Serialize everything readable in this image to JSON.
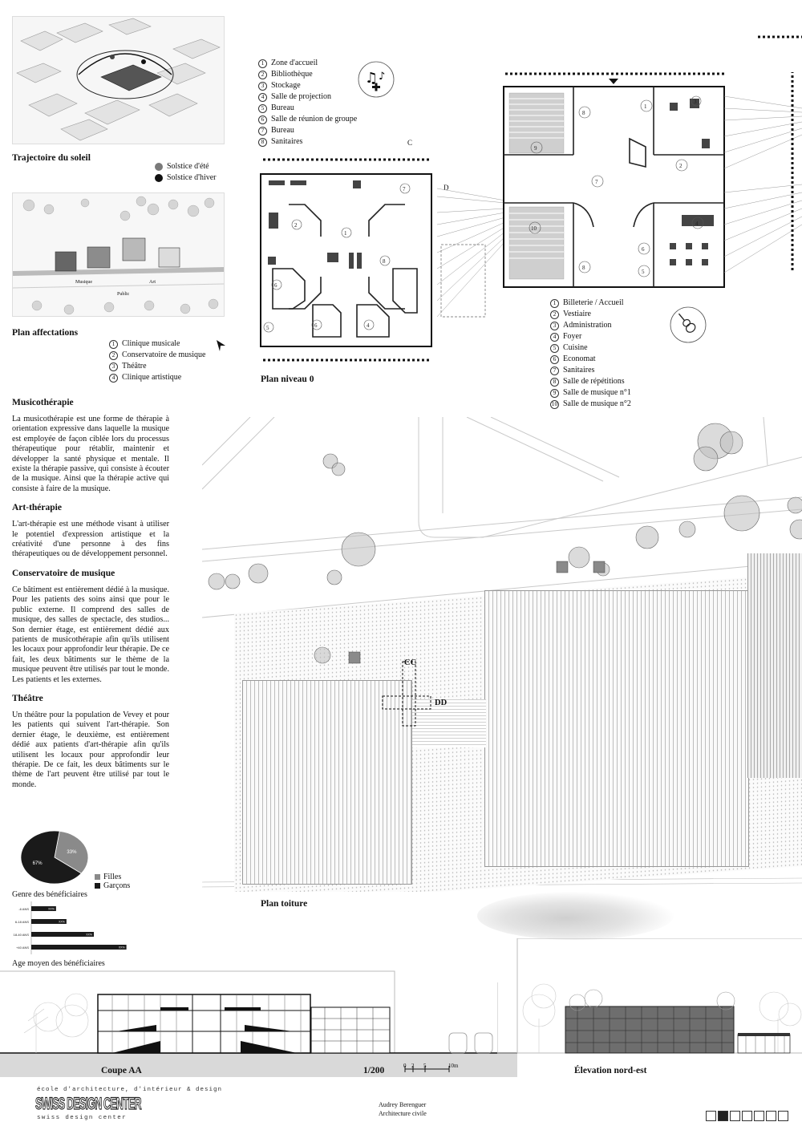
{
  "site": {
    "sun_title": "Trajectoire du soleil",
    "sun_legend": [
      {
        "label": "Solstice d'été",
        "color": "#7a7a7a"
      },
      {
        "label": "Solstice d'hiver",
        "color": "#111111"
      }
    ],
    "affect_title": "Plan affectations",
    "affect_map_labels": {
      "musique": "Musique",
      "art": "Art",
      "public": "Public"
    },
    "affect_list": [
      {
        "n": "1",
        "label": "Clinique musicale"
      },
      {
        "n": "2",
        "label": "Conservatoire de musique"
      },
      {
        "n": "3",
        "label": "Théâtre"
      },
      {
        "n": "4",
        "label": "Clinique artistique"
      }
    ]
  },
  "plan0": {
    "title": "Plan niveau 0",
    "legend_left": [
      {
        "n": "1",
        "label": "Zone d'accueil"
      },
      {
        "n": "2",
        "label": "Bibliothèque"
      },
      {
        "n": "3",
        "label": "Stockage"
      },
      {
        "n": "4",
        "label": "Salle de projection"
      },
      {
        "n": "5",
        "label": "Bureau"
      },
      {
        "n": "6",
        "label": "Salle de réunion de groupe"
      },
      {
        "n": "7",
        "label": "Bureau"
      },
      {
        "n": "8",
        "label": "Sanitaires"
      }
    ],
    "legend_right": [
      {
        "n": "1",
        "label": "Billeterie / Accueil"
      },
      {
        "n": "2",
        "label": "Vestiaire"
      },
      {
        "n": "3",
        "label": "Administration"
      },
      {
        "n": "4",
        "label": "Foyer"
      },
      {
        "n": "5",
        "label": "Cuisine"
      },
      {
        "n": "6",
        "label": "Economat"
      },
      {
        "n": "7",
        "label": "Sanitaires"
      },
      {
        "n": "8",
        "label": "Salle de répétitions"
      },
      {
        "n": "9",
        "label": "Salle de musique n°1"
      },
      {
        "n": "10",
        "label": "Salle de musique n°2"
      }
    ],
    "section_marks": {
      "c": "C",
      "d": "D"
    }
  },
  "text": {
    "music_therapy_title": "Musicothérapie",
    "music_therapy_body": "La musicothérapie est une forme de thérapie à orientation expressive dans laquelle la musique est employée de façon ciblée lors du processus thérapeutique pour rétablir, maintenir et développer la santé physique et mentale. Il existe la thérapie passive, qui consiste à écouter de la musique. Ainsi que la thérapie active qui consiste à faire de la musique.",
    "art_therapy_title": "Art-thérapie",
    "art_therapy_body": "L'art-thérapie est une méthode visant à utiliser le potentiel d'expression artistique et la créativité d'une personne à des fins thérapeutiques ou de développement personnel.",
    "conservatoire_title": "Conservatoire de musique",
    "conservatoire_body": "Ce bâtiment est entièrement dédié à la musique. Pour les patients des soins ainsi que pour le public externe. Il comprend des salles de musique, des salles de spectacle, des studios... Son dernier étage, est entièrement dédié aux patients de musicothérapie afin qu'ils utilisent les locaux pour approfondir leur thérapie. De ce fait, les deux bâtiments sur le thème de la musique peuvent être utilisés par tout le monde. Les patients et les externes.",
    "theatre_title": "Théâtre",
    "theatre_body": "Un théâtre pour la population de Vevey et pour les patients qui suivent l'art-thérapie. Son dernier étage, le deuxième, est entièrement dédié aux patients d'art-thérapie afin qu'ils utilisent les locaux pour approfondir leur thérapie. De ce fait, les deux bâtiments sur le thème de l'art peuvent être utilisé par tout le monde."
  },
  "roof": {
    "title": "Plan toiture",
    "cc": "CC",
    "dd": "DD"
  },
  "chart_data": [
    {
      "type": "pie",
      "title": "Genre des bénéficiaires",
      "categories": [
        "Filles",
        "Garçons"
      ],
      "values": [
        33,
        67
      ],
      "labels": [
        "33%",
        "67%"
      ],
      "colors": [
        "#8a8a8a",
        "#1a1a1a"
      ],
      "legend": "right"
    },
    {
      "type": "bar",
      "orientation": "horizontal",
      "title": "Age moyen des bénéficiaires",
      "categories": [
        "-6 ANS",
        "6-18 ANS",
        "18-40 ANS",
        "+40 ANS"
      ],
      "values": [
        19,
        27,
        48,
        73
      ],
      "value_labels": [
        "XX%",
        "XX%",
        "XX%",
        "XX%"
      ],
      "color": "#1a1a1a",
      "xlim": [
        0,
        80
      ]
    }
  ],
  "bottom": {
    "coupe": "Coupe AA",
    "scale": "1/200",
    "scale_ticks": [
      "0",
      "2",
      "5",
      "10m"
    ],
    "elevation": "Élevation nord-est"
  },
  "footer": {
    "school_line": "école d'architecture, d'intérieur & design",
    "logo": "SWISS DESIGN CENTER",
    "school_sub": "swiss design center",
    "author": "Audrey Berenguer",
    "discipline": "Architecture civile",
    "pages_total": 7,
    "page_current": 2
  }
}
